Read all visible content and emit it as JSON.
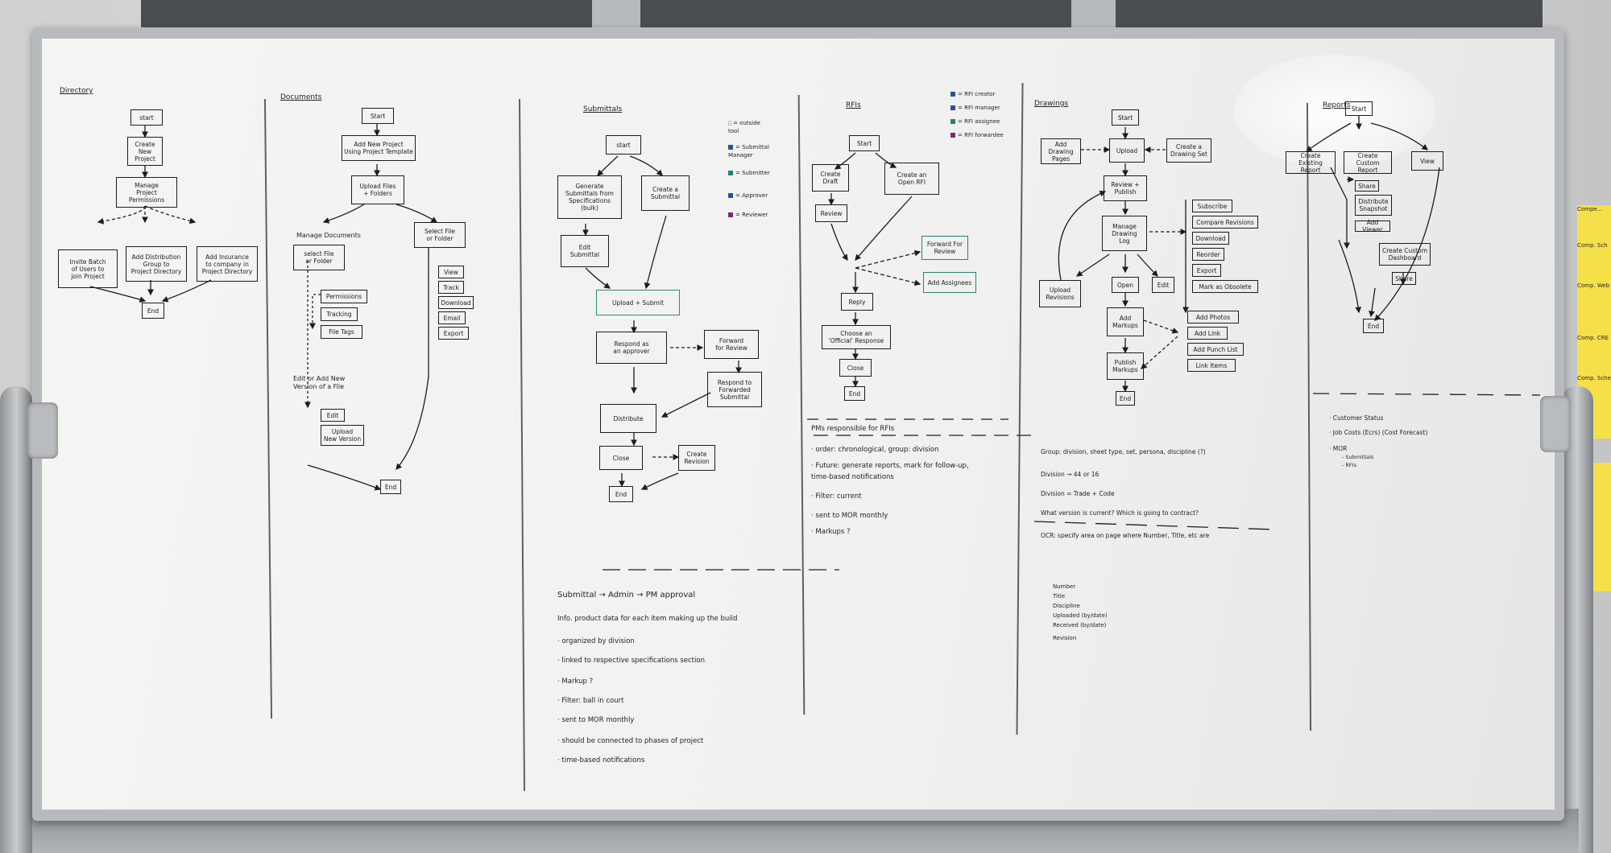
{
  "colors": {
    "marker_black": "#1c1c22",
    "marker_green": "#2f8f6b",
    "marker_blue": "#2d4fa0",
    "marker_purple": "#7a2a6a",
    "sticky_yellow": "#f6e04a",
    "board_white": "#f3f3f1"
  },
  "directory": {
    "title": "Directory",
    "start": "start",
    "create_project": "Create\nNew\nProject",
    "manage_permissions": "Manage\nProject\nPermissions",
    "invite_users": "Invite Batch\nof Users to\njoin Project",
    "add_distribution": "Add Distribution\nGroup to\nProject Directory",
    "add_insurance": "Add Insurance\nto company in\nProject Directory",
    "end": "End"
  },
  "documents": {
    "title": "Documents",
    "start": "Start",
    "add_project": "Add New Project\nUsing Project Template",
    "upload_files": "Upload Files\n+ Folders",
    "manage_label": "Manage Documents",
    "select_left": "select File\nor Folder",
    "select_right": "Select File\nor Folder",
    "permissions": "Permissions",
    "tracking": "Tracking",
    "file_tags": "File Tags",
    "view": "View",
    "track": "Track",
    "download": "Download",
    "email": "Email",
    "export": "Export",
    "edit_version_label": "Edit or Add New\nVersion of a File",
    "edit": "Edit",
    "upload_version": "Upload\nNew Version",
    "end": "End"
  },
  "submittals": {
    "title": "Submittals",
    "start": "start",
    "generate": "Generate\nSubmittals from\nSpecifications\n(bulk)",
    "create": "Create a\nSubmittal",
    "edit": "Edit\nSubmittal",
    "upload_submit": "Upload + Submit",
    "respond": "Respond as\nan approver",
    "forward": "Forward\nfor Review",
    "respond_forwarded": "Respond to\nForwarded\nSubmittal",
    "distribute": "Distribute",
    "close": "Close",
    "create_revision": "Create\nRevision",
    "end": "End",
    "legend": [
      {
        "key": "outside_tool",
        "label": "= outside\ntool"
      },
      {
        "key": "manager",
        "label": "= Submittal\nManager"
      },
      {
        "key": "submitter",
        "label": "= Submitter"
      },
      {
        "key": "approver",
        "label": "= Approver"
      },
      {
        "key": "reviewer",
        "label": "= Reviewer"
      }
    ],
    "flow_note": "Submittal → Admin → PM approval",
    "notes": [
      "Info. product data for each item making up the build",
      "· organized by division",
      "· linked to respective specifications section",
      "· Markup ?",
      "· Filter: ball in court",
      "· sent to MOR monthly",
      "· should be connected to phases of project",
      "· time-based notifications"
    ]
  },
  "rfis": {
    "title": "RFIs",
    "legend": [
      "= RFI creator",
      "= RFI manager",
      "= RFI assignee",
      "= RFI forwardee"
    ],
    "start": "Start",
    "create_draft": "Create\nDraft",
    "create_open": "Create an\nOpen RFI",
    "review": "Review",
    "forward_review": "Forward For\nReview",
    "add_assignees": "Add Assignees",
    "reply": "Reply",
    "official": "Choose an\n'Official' Response",
    "close": "Close",
    "end": "End",
    "notes": [
      "PMs responsible for RFIs",
      "· order: chronological, group: division",
      "· Future: generate reports, mark for follow-up,",
      "   time-based notifications",
      "· Filter: current",
      "· sent to MOR monthly",
      "· Markups ?"
    ]
  },
  "drawings": {
    "title": "Drawings",
    "start": "Start",
    "add_drawing": "Add Drawing\nPages",
    "upload": "Upload",
    "create_set": "Create a\nDrawing Set",
    "review_publish": "Review +\nPublish",
    "manage_log": "Manage\nDrawing\nLog",
    "subscribe": "Subscribe",
    "compare": "Compare Revisions",
    "download": "Download",
    "reorder": "Reorder",
    "export": "Export",
    "mark_obsolete": "Mark as Obsolete",
    "upload_revisions": "Upload\nRevisions",
    "open": "Open",
    "edit": "Edit",
    "add_markups": "Add\nMarkups",
    "add_photos": "Add Photos",
    "add_link": "Add Link",
    "add_punch": "Add Punch List",
    "link_items": "Link Items",
    "publish_markups": "Publish\nMarkups",
    "end": "End",
    "notes": [
      "Group: division, sheet type, set, persona, discipline (?)",
      "Division → 44 or 16",
      "Division = Trade + Code",
      "What version is current? Which is going to contract?",
      "OCR: specify area on page where Number, Title, etc are"
    ],
    "fields": [
      "Number",
      "Title",
      "Discipline",
      "Uploaded (by/date)",
      "Received (by/date)",
      "Revision"
    ]
  },
  "reports": {
    "title": "Reports",
    "start": "Start",
    "create_existing": "Create Existing\nReport",
    "create_custom": "Create Custom\nReport",
    "view": "View",
    "share": "Share",
    "distribute": "Distribute\nSnapshot",
    "add_viewer": "Add Viewer",
    "custom_dashboard": "Create Custom\nDashboard",
    "share2": "Share",
    "end": "End",
    "notes": [
      "· Customer Status",
      "· Job Costs (Ecrs) (Cost Forecast)",
      "· MOR"
    ],
    "sub_notes": [
      "- Submittals",
      "- RFIs"
    ]
  },
  "stickies": [
    "Compe...",
    "Comp. Sch",
    "Comp. Web",
    "Comp. CRE",
    "Comp. Sched"
  ]
}
